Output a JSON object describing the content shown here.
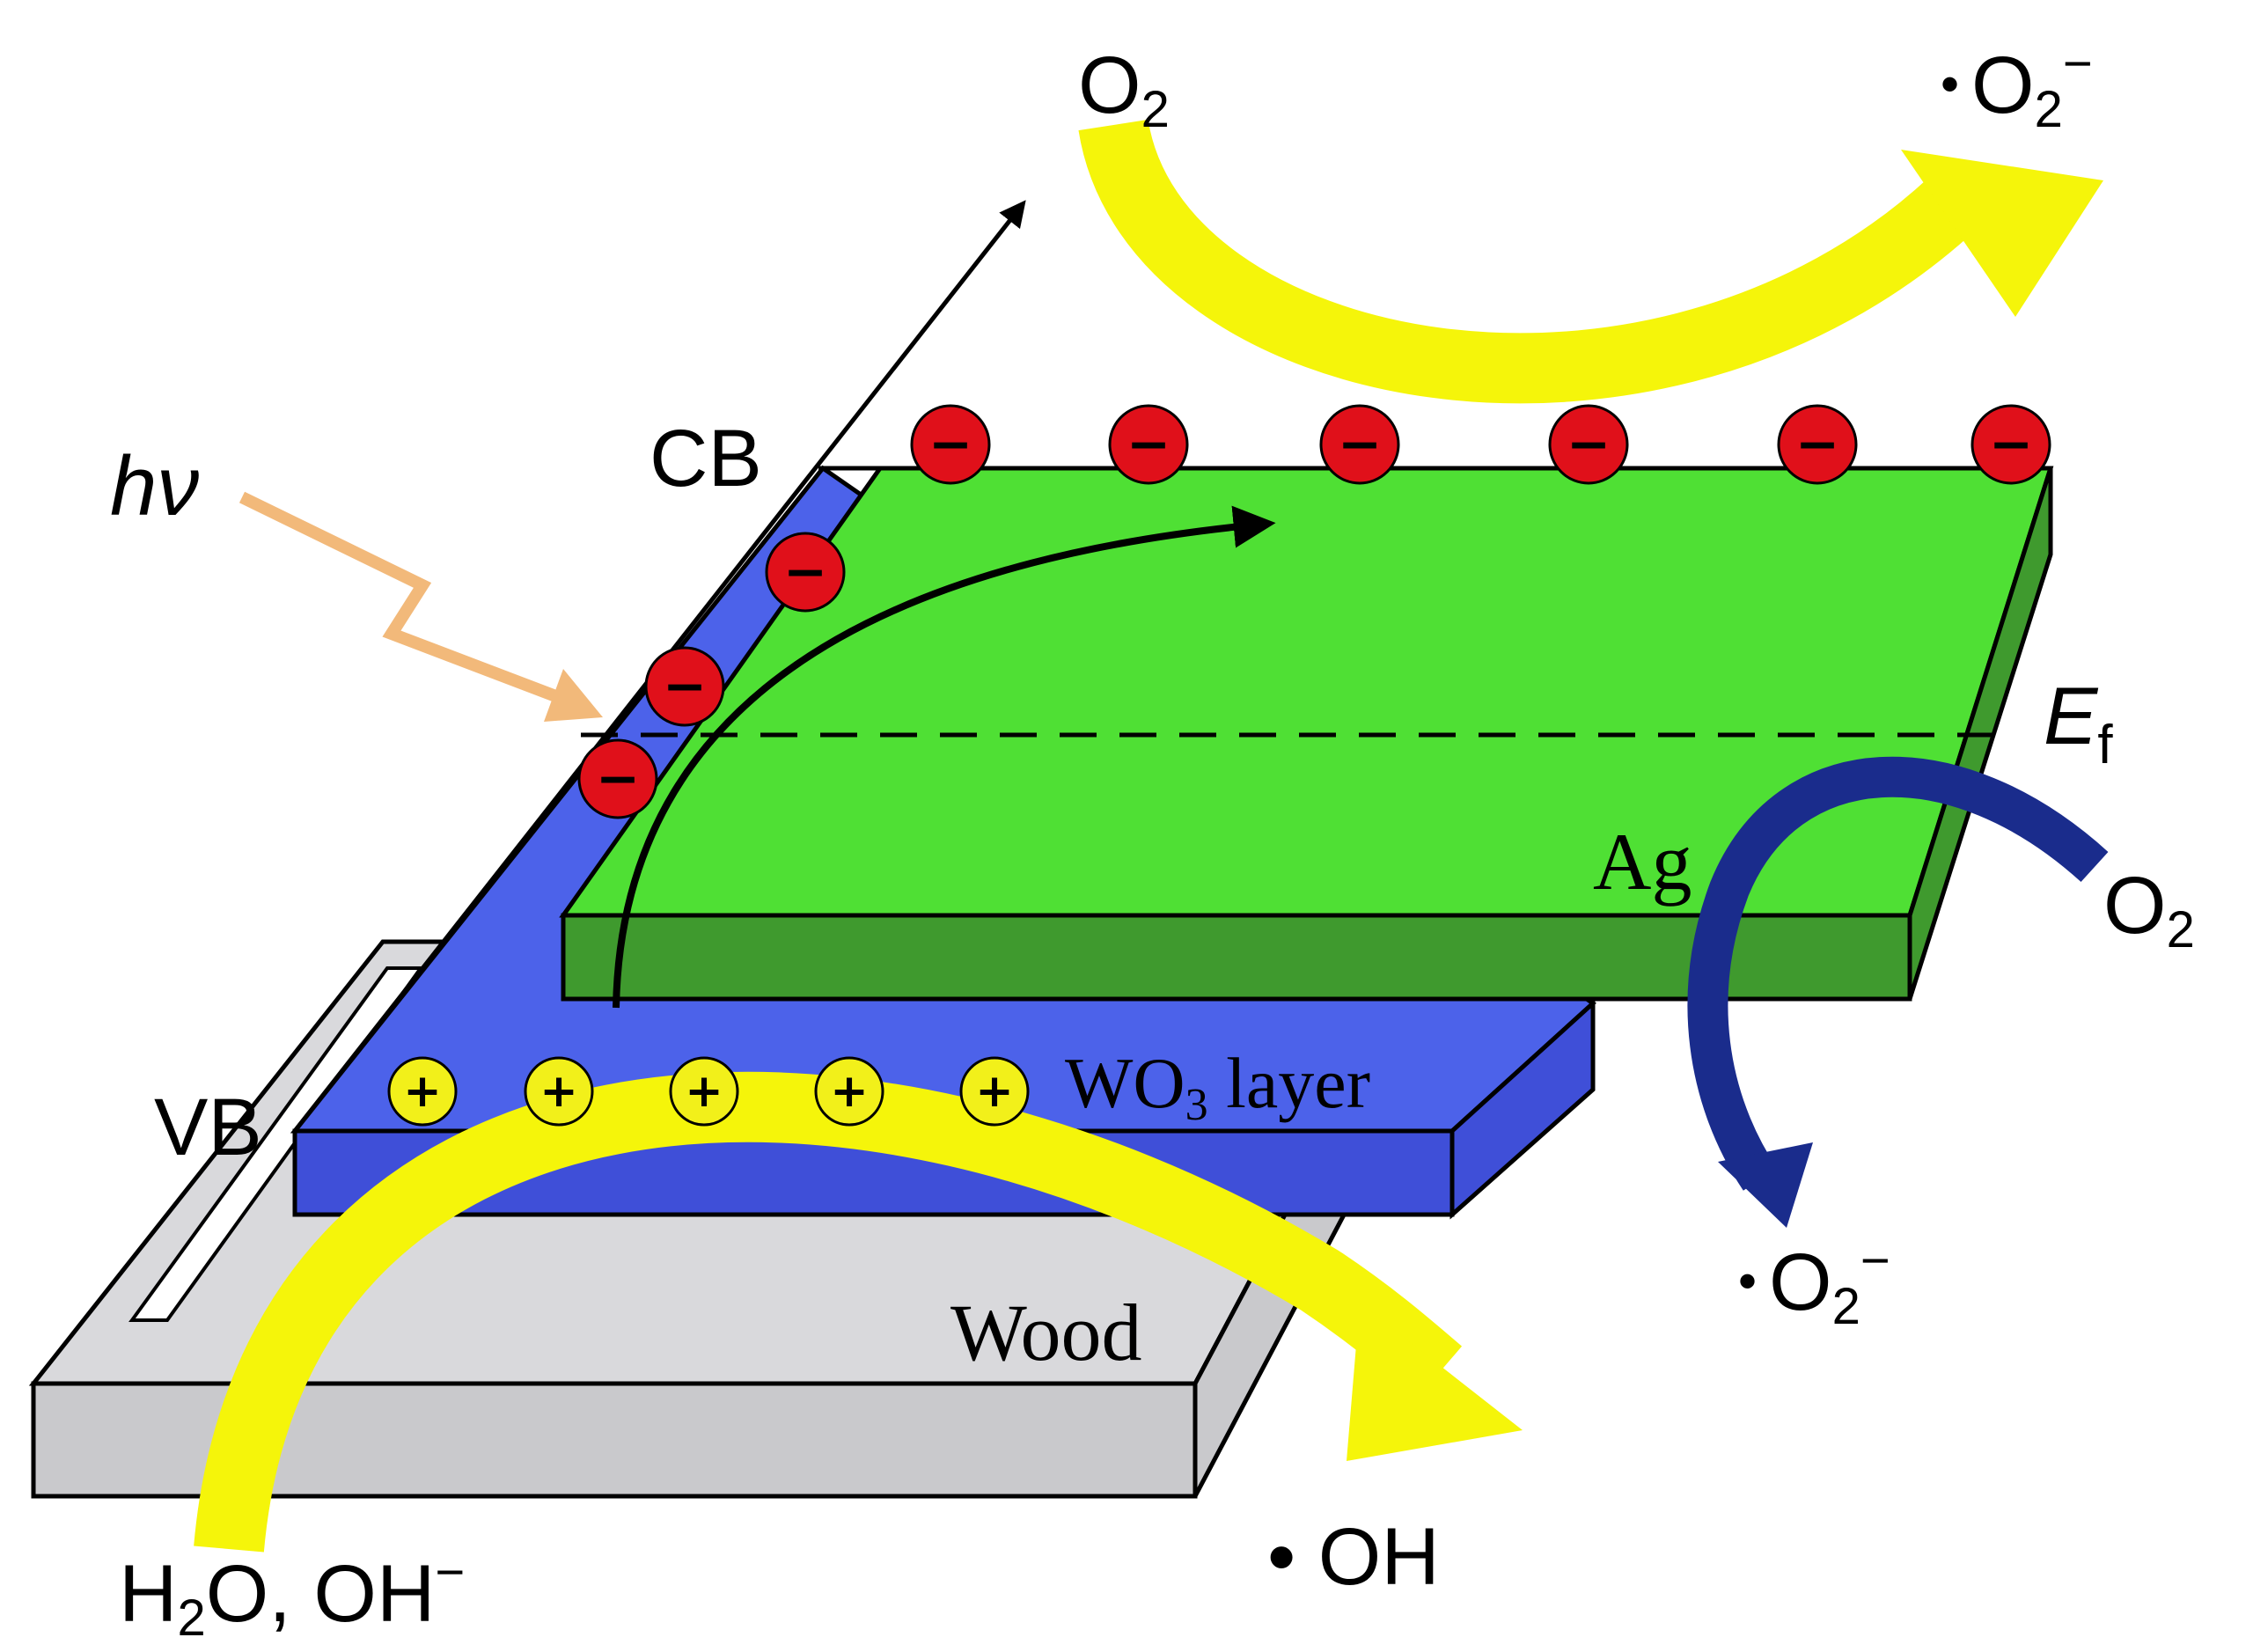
{
  "colors": {
    "ag_top": "#4fe034",
    "ag_side": "#3f9a2e",
    "wo3_top": "#4c62ea",
    "wo3_side": "#3f4fd8",
    "wood_top": "#d9d9dc",
    "wood_side": "#c9c9cc",
    "electron": "#e0101a",
    "hole": "#f2f01a",
    "yellow_arrow": "#f5f50a",
    "navy_arrow": "#1a2c8c",
    "hv_arrow": "#f2b97a"
  },
  "labels": {
    "o2_top": {
      "main": "O",
      "sub": "2"
    },
    "superoxide_top": {
      "dot": "•",
      "main": "O",
      "sub": "2",
      "sup": "−"
    },
    "hv": {
      "h": "h",
      "nu": "ν"
    },
    "cb": "CB",
    "vb": "VB",
    "ef": {
      "main": "E",
      "sub": "f"
    },
    "ag": "Ag",
    "wo3": {
      "pre": "WO",
      "sub": "3",
      "post": " layer"
    },
    "wood": "Wood",
    "o2_right": {
      "main": "O",
      "sub": "2"
    },
    "superoxide_right": {
      "dot": "•",
      "main": "O",
      "sub": "2",
      "sup": "−"
    },
    "oh_radical": "• OH",
    "water": {
      "pre": "H",
      "sub": "2",
      "post": "O, OH",
      "sup": "−"
    }
  },
  "symbols": {
    "electron": "−",
    "hole": "+"
  }
}
